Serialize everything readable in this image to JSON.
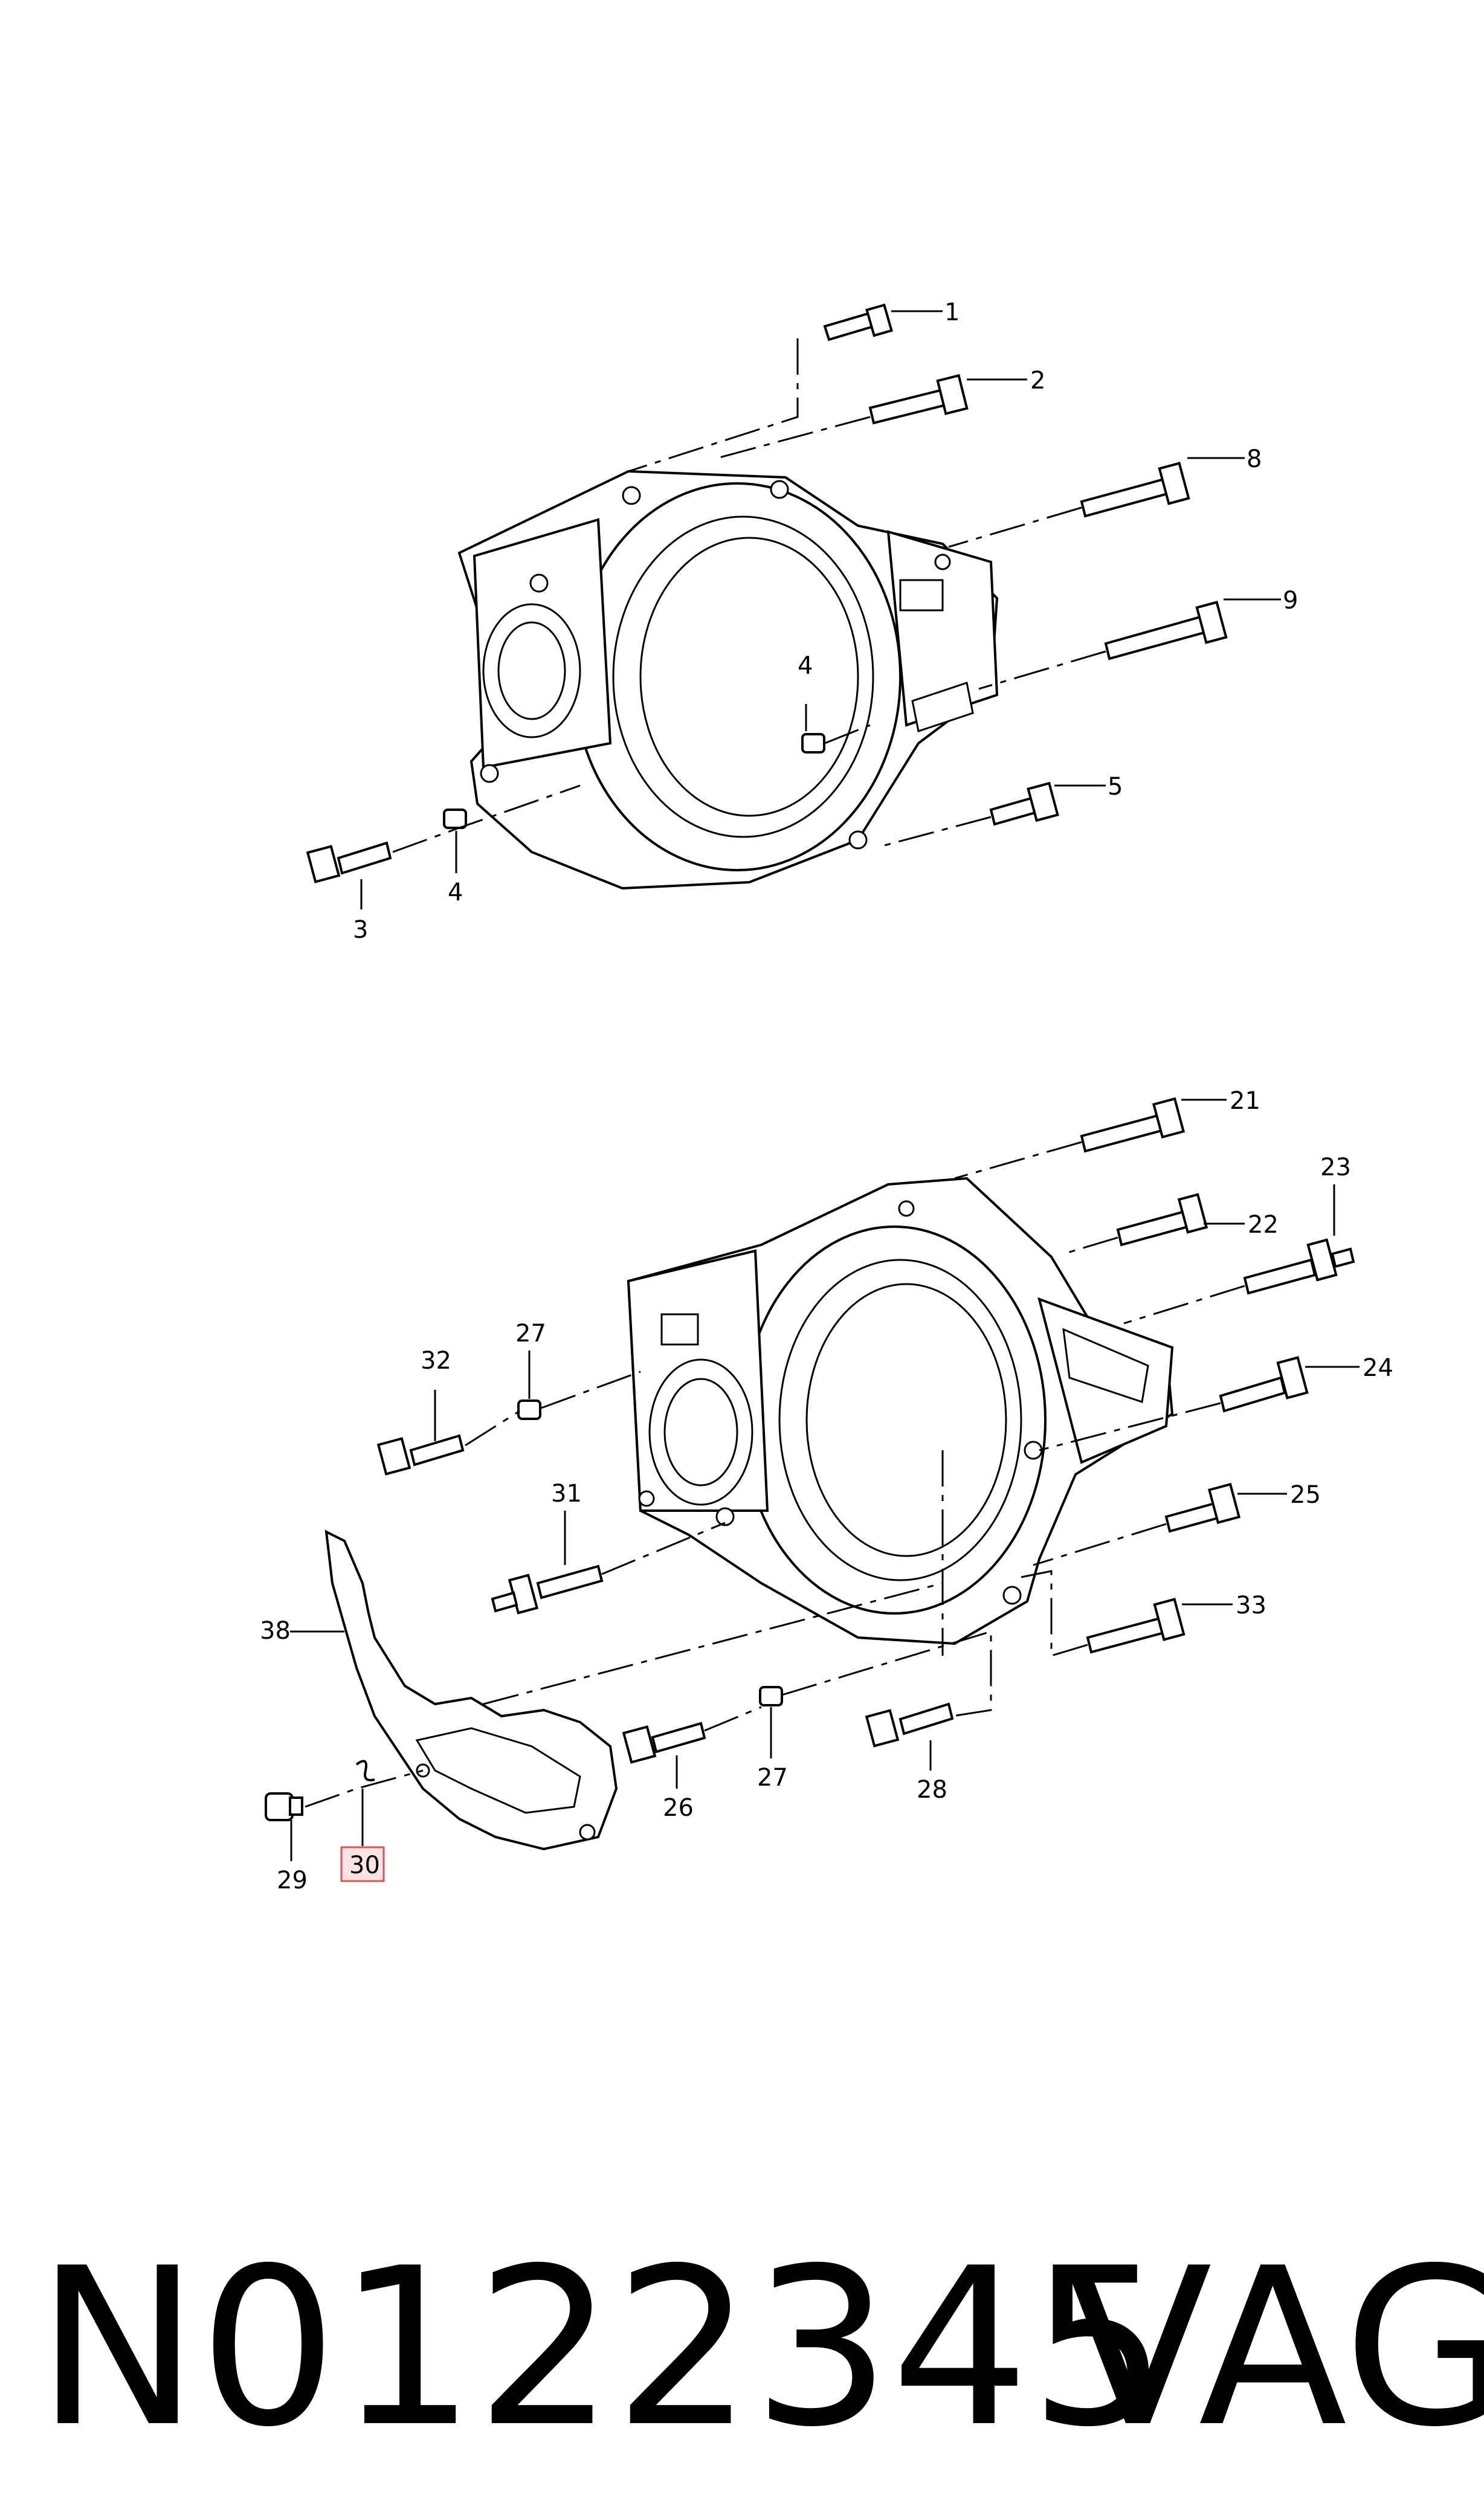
{
  "callouts": {
    "c1": "1",
    "c2": "2",
    "c3": "3",
    "c4a": "4",
    "c4b": "4",
    "c5": "5",
    "c8": "8",
    "c9": "9",
    "c21": "21",
    "c22": "22",
    "c23": "23",
    "c24": "24",
    "c25": "25",
    "c26": "26",
    "c27a": "27",
    "c27b": "27",
    "c28": "28",
    "c29": "29",
    "c30": "30",
    "c31": "31",
    "c32": "32",
    "c33": "33",
    "c38": "38"
  },
  "highlight": {
    "color": "#d9534f"
  },
  "footer": {
    "part_number": "N0122345",
    "brand": "VAG"
  }
}
